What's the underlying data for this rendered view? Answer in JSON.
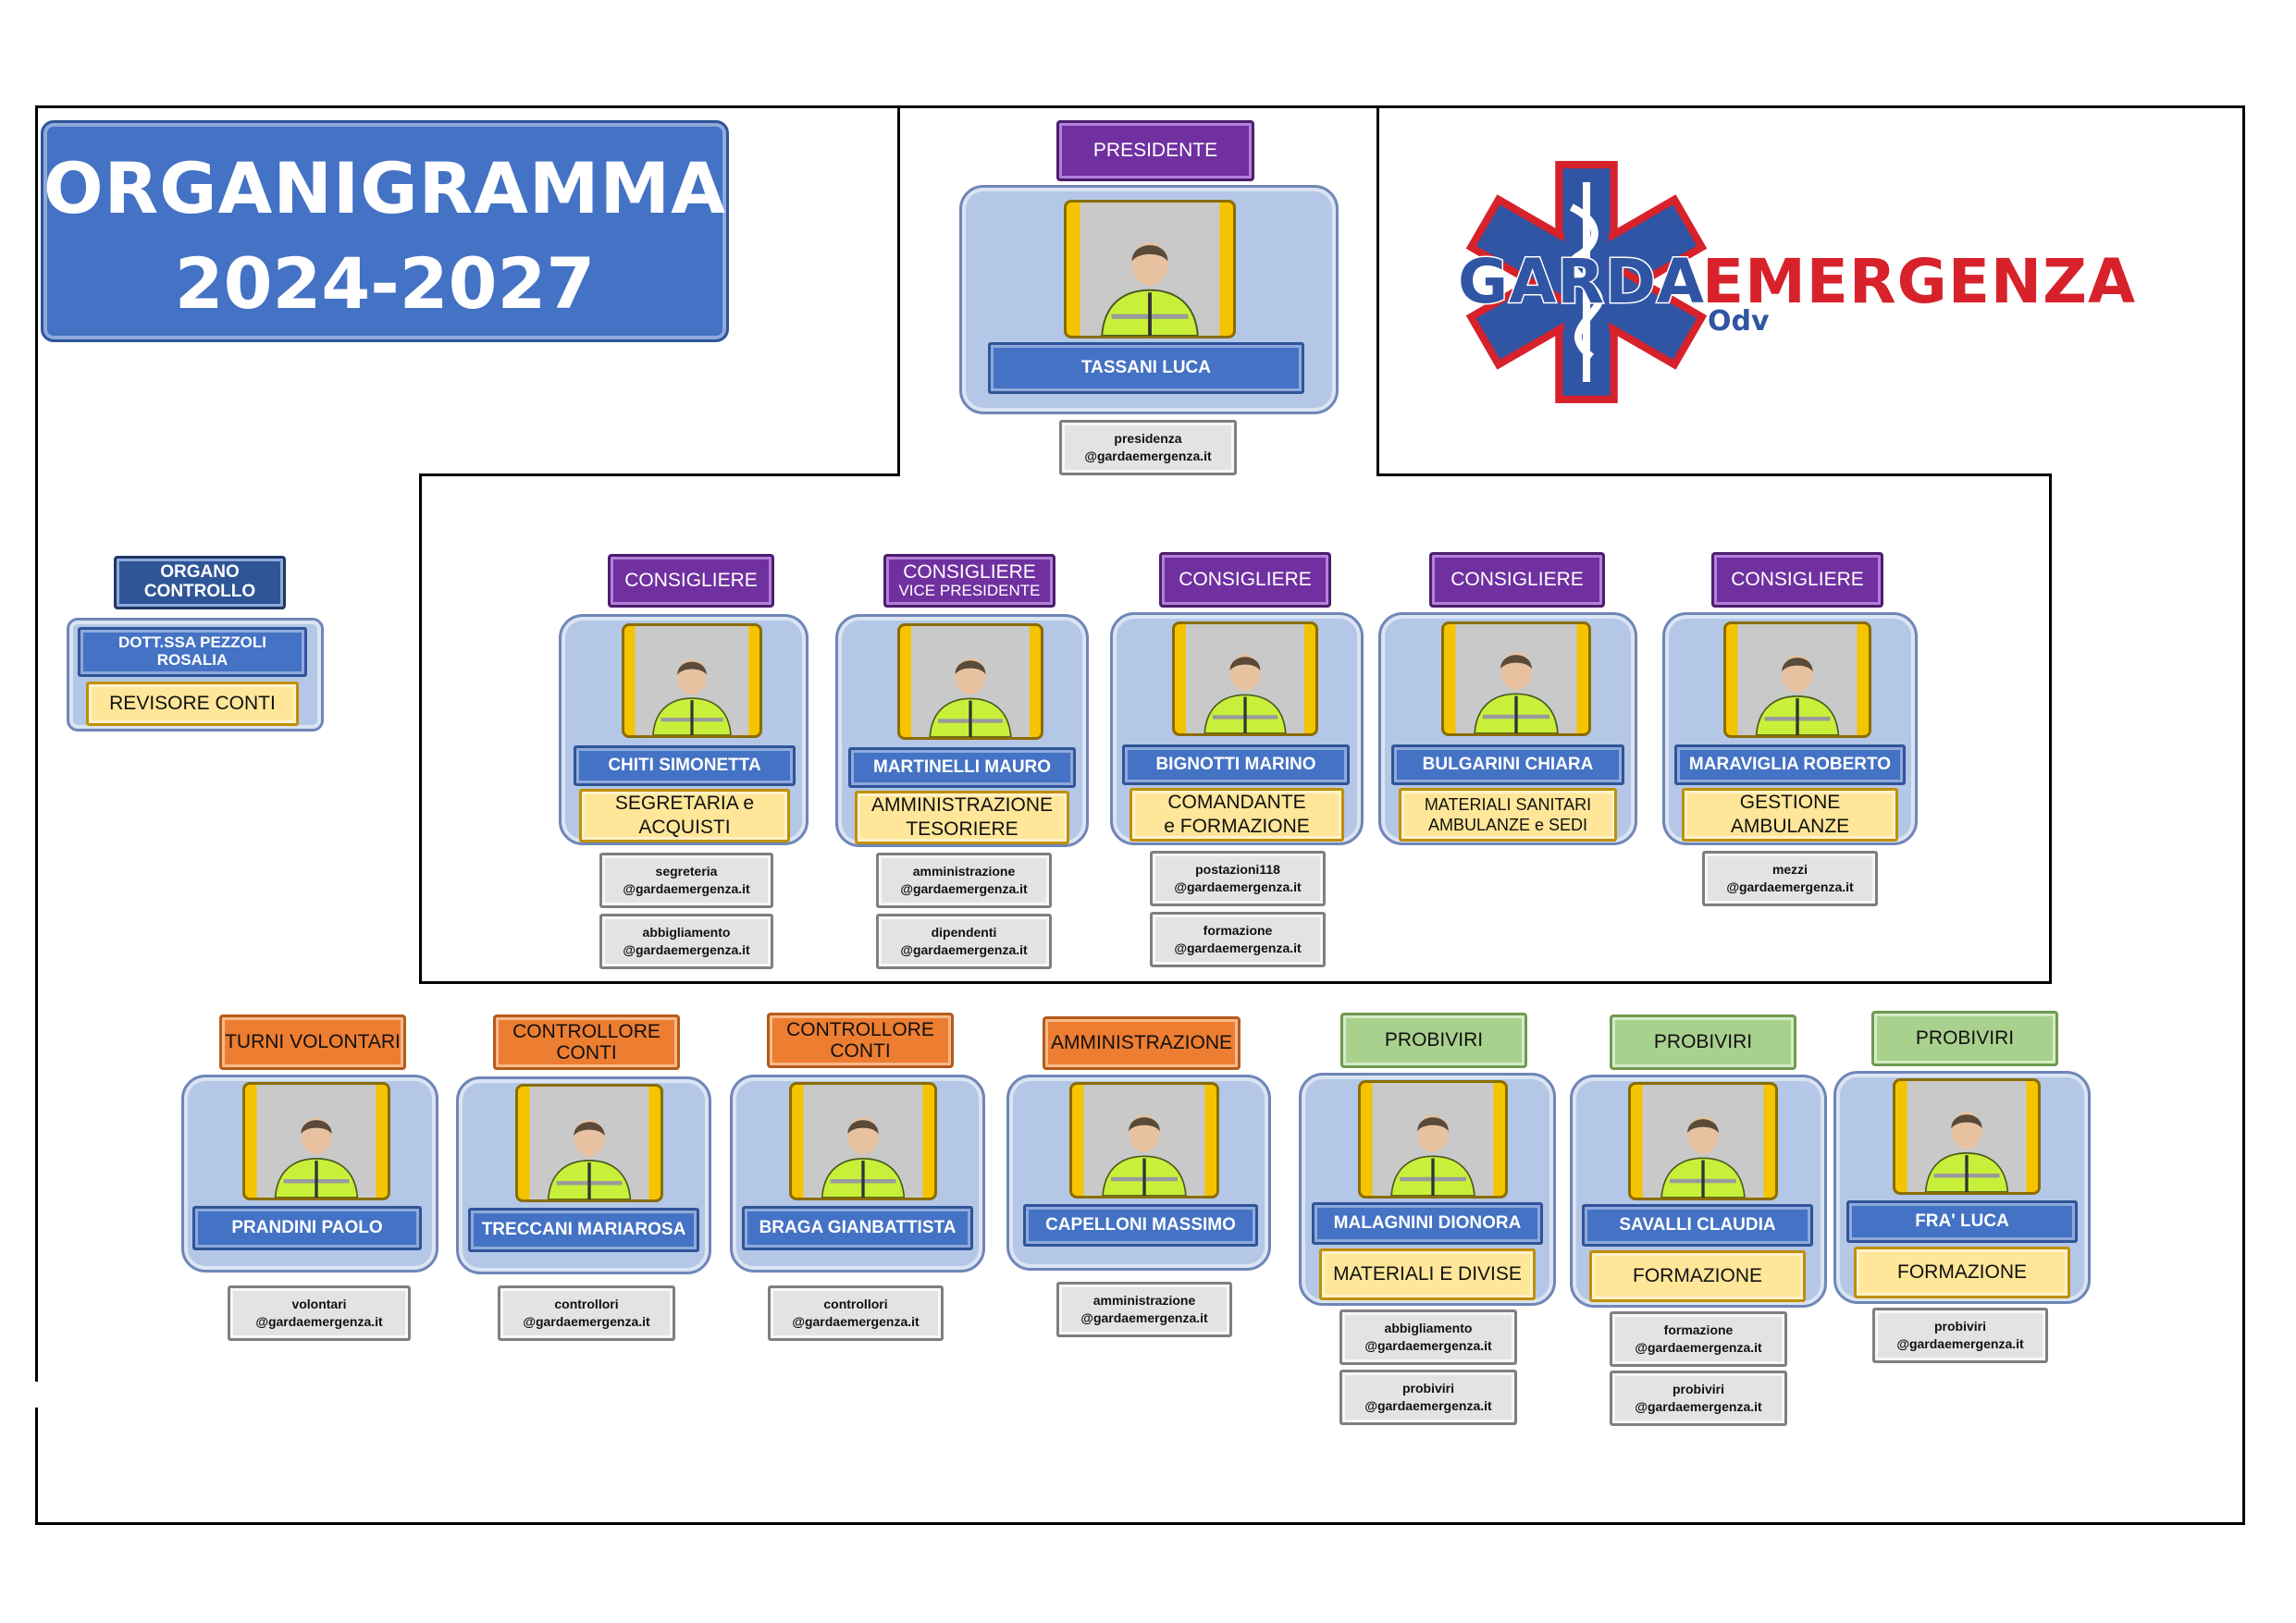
{
  "header": {
    "title_line1": "ORGANIGRAMMA",
    "title_line2": "2024-2027"
  },
  "logo": {
    "word1": "GARDA",
    "word2": "EMERGENZA",
    "suffix": "Odv",
    "icon": "star-of-life-icon"
  },
  "colors": {
    "purple": "#7030a0",
    "orange": "#ed7d31",
    "green": "#a9d18e",
    "blue": "#4472c4",
    "yellow": "#ffe699",
    "grey": "#e3e3e3"
  },
  "president": {
    "role": "PRESIDENTE",
    "name": "TASSANI LUCA",
    "emails": [
      [
        "presidenza",
        "@gardaemergenza.it"
      ]
    ]
  },
  "control": {
    "role_line1": "ORGANO",
    "role_line2": "CONTROLLO",
    "name_line1": "DOTT.SSA PEZZOLI",
    "name_line2": "ROSALIA",
    "function": "REVISORE CONTI"
  },
  "council": [
    {
      "role": "CONSIGLIERE",
      "role_sub": "",
      "name": "CHITI SIMONETTA",
      "fn1": "SEGRETARIA  e",
      "fn2": "ACQUISTI",
      "emails": [
        [
          "segreteria",
          "@gardaemergenza.it"
        ],
        [
          "abbigliamento",
          "@gardaemergenza.it"
        ]
      ]
    },
    {
      "role": "CONSIGLIERE",
      "role_sub": "VICE PRESIDENTE",
      "name": "MARTINELLI MAURO",
      "fn1": "AMMINISTRAZIONE",
      "fn2": "TESORIERE",
      "emails": [
        [
          "amministrazione",
          "@gardaemergenza.it"
        ],
        [
          "dipendenti",
          "@gardaemergenza.it"
        ]
      ]
    },
    {
      "role": "CONSIGLIERE",
      "role_sub": "",
      "name": "BIGNOTTI MARINO",
      "fn1": "COMANDANTE",
      "fn2": "e FORMAZIONE",
      "emails": [
        [
          "postazioni118",
          "@gardaemergenza.it"
        ],
        [
          "formazione",
          "@gardaemergenza.it"
        ]
      ]
    },
    {
      "role": "CONSIGLIERE",
      "role_sub": "",
      "name": "BULGARINI CHIARA",
      "fn1": "MATERIALI SANITARI",
      "fn2": "AMBULANZE e SEDI",
      "emails": []
    },
    {
      "role": "CONSIGLIERE",
      "role_sub": "",
      "name": "MARAVIGLIA ROBERTO",
      "fn1": "GESTIONE",
      "fn2": "AMBULANZE",
      "emails": [
        [
          "mezzi",
          "@gardaemergenza.it"
        ]
      ]
    }
  ],
  "staff": [
    {
      "role1": "TURNI VOLONTARI",
      "role2": "",
      "color": "orange",
      "name": "PRANDINI PAOLO",
      "fn": "",
      "emails": [
        [
          "volontari",
          "@gardaemergenza.it"
        ]
      ]
    },
    {
      "role1": "CONTROLLORE",
      "role2": "CONTI",
      "color": "orange",
      "name": "TRECCANI MARIAROSA",
      "fn": "",
      "emails": [
        [
          "controllori",
          "@gardaemergenza.it"
        ]
      ]
    },
    {
      "role1": "CONTROLLORE",
      "role2": "CONTI",
      "color": "orange",
      "name": "BRAGA GIANBATTISTA",
      "fn": "",
      "emails": [
        [
          "controllori",
          "@gardaemergenza.it"
        ]
      ]
    },
    {
      "role1": "AMMINISTRAZIONE",
      "role2": "",
      "color": "orange",
      "name": "CAPELLONI MASSIMO",
      "fn": "",
      "emails": [
        [
          "amministrazione",
          "@gardaemergenza.it"
        ]
      ]
    },
    {
      "role1": "PROBIVIRI",
      "role2": "",
      "color": "green",
      "name": "MALAGNINI DIONORA",
      "fn": "MATERIALI E DIVISE",
      "emails": [
        [
          "abbigliamento",
          "@gardaemergenza.it"
        ],
        [
          "probiviri",
          "@gardaemergenza.it"
        ]
      ]
    },
    {
      "role1": "PROBIVIRI",
      "role2": "",
      "color": "green",
      "name": "SAVALLI CLAUDIA",
      "fn": "FORMAZIONE",
      "emails": [
        [
          "formazione",
          "@gardaemergenza.it"
        ],
        [
          "probiviri",
          "@gardaemergenza.it"
        ]
      ]
    },
    {
      "role1": "PROBIVIRI",
      "role2": "",
      "color": "green",
      "name": "FRA' LUCA",
      "fn": "FORMAZIONE",
      "emails": [
        [
          "probiviri",
          "@gardaemergenza.it"
        ]
      ]
    }
  ]
}
